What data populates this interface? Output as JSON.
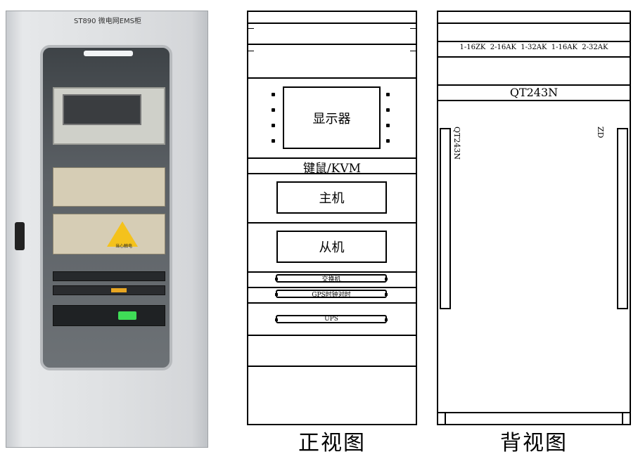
{
  "photo": {
    "title": "ST890 微电网EMS柜",
    "warning_label": "当心触电"
  },
  "front_view": {
    "display_label": "显示器",
    "kvm_label": "键鼠/KVM",
    "host_label": "主机",
    "slave_label": "从机",
    "switch_label": "交换机",
    "gps_label": "GPS时钟对时",
    "ups_label": "UPS",
    "caption": "正视图"
  },
  "back_view": {
    "breaker_row": "1-16ZK  2-16AK  1-32AK  1-16AK  2-32AK",
    "qt_label": "QT243N",
    "left_rail_label": "QT243N",
    "right_rail_label": "ZD",
    "caption": "背视图"
  }
}
